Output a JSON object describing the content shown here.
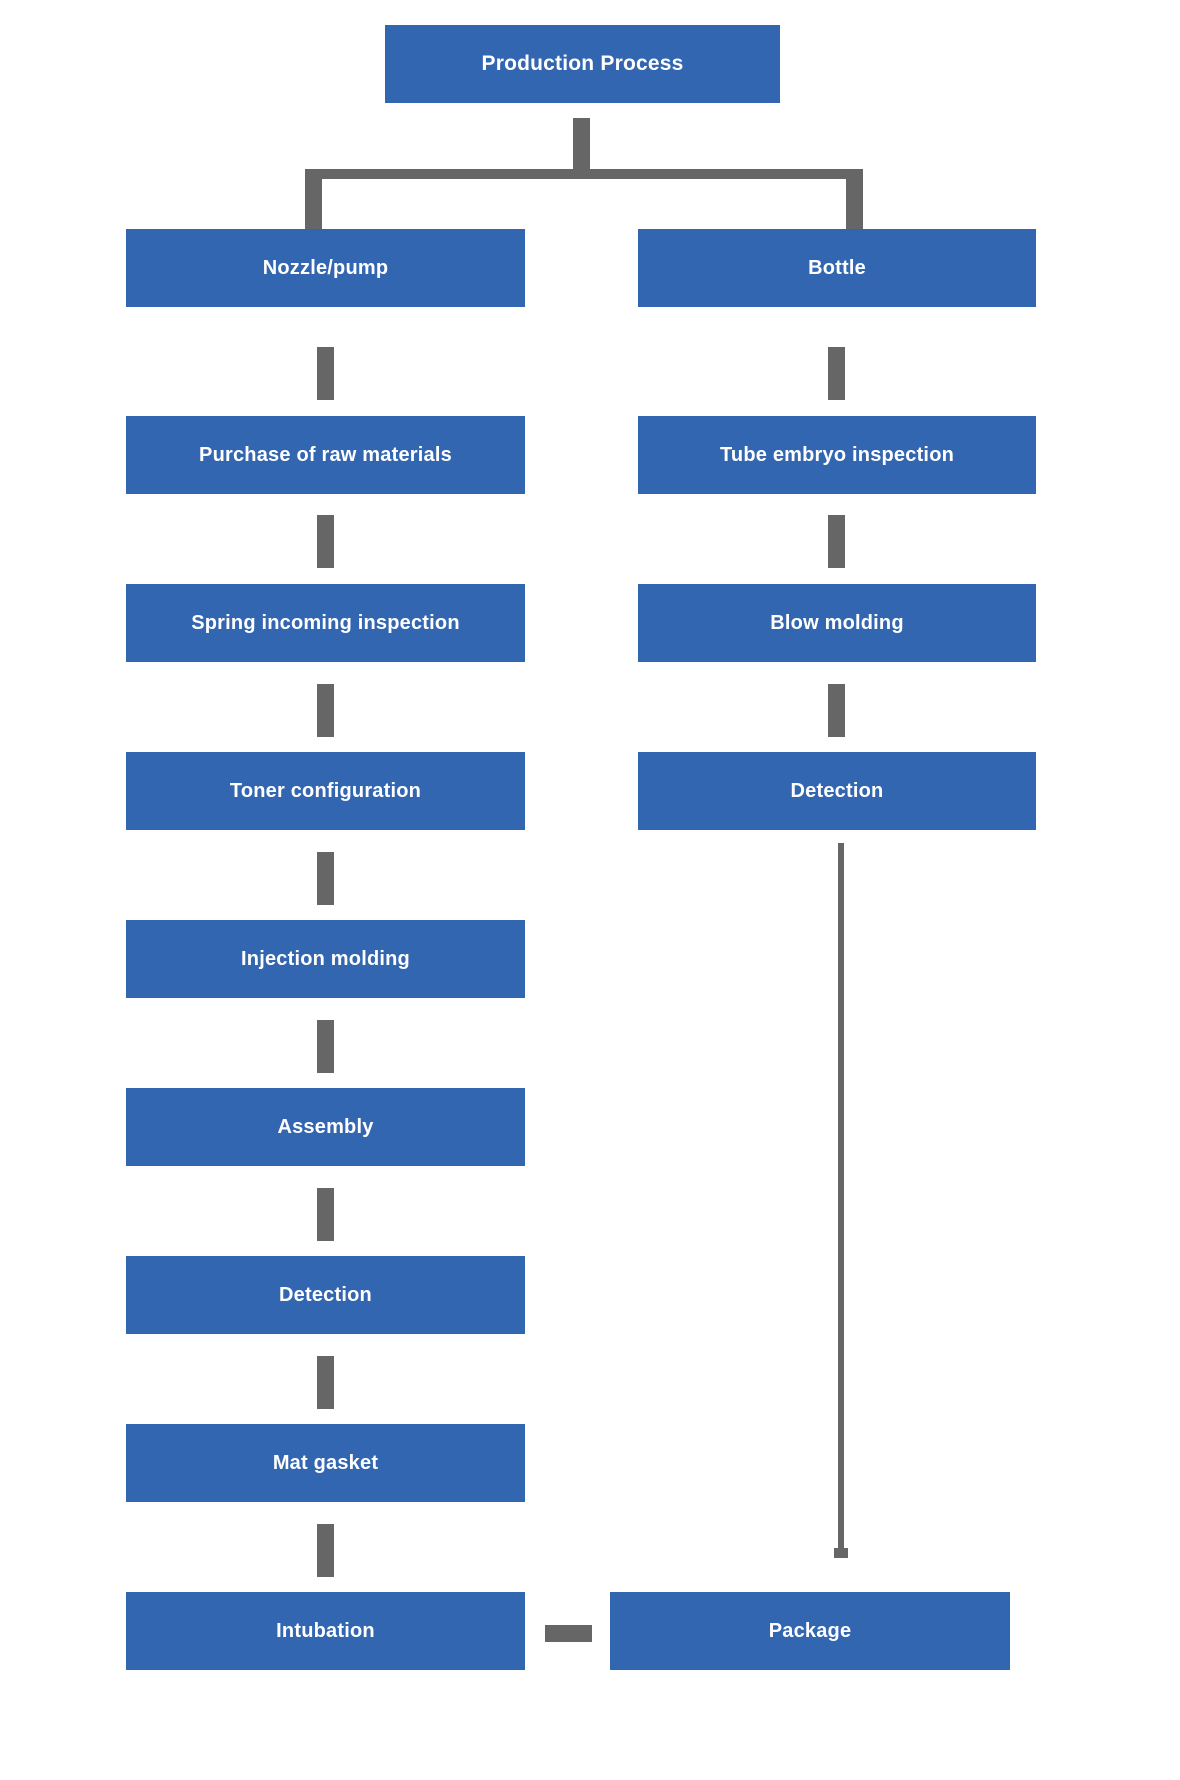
{
  "diagram": {
    "title": "Production Process",
    "type": "flowchart",
    "background_color": "#ffffff",
    "node_fill_color": "#3366b0",
    "node_text_color": "#ffffff",
    "connector_color": "#666666"
  },
  "nodes": {
    "root": {
      "label": "Production Process"
    },
    "left_branch": [
      {
        "label": "Nozzle/pump"
      },
      {
        "label": "Purchase of raw materials"
      },
      {
        "label": "Spring incoming inspection"
      },
      {
        "label": "Toner configuration"
      },
      {
        "label": "Injection molding"
      },
      {
        "label": "Assembly"
      },
      {
        "label": "Detection"
      },
      {
        "label": "Mat gasket"
      },
      {
        "label": "Intubation"
      }
    ],
    "right_branch": [
      {
        "label": "Bottle"
      },
      {
        "label": "Tube embryo inspection"
      },
      {
        "label": "Blow molding"
      },
      {
        "label": "Detection"
      }
    ],
    "terminal": {
      "label": "Package"
    }
  }
}
